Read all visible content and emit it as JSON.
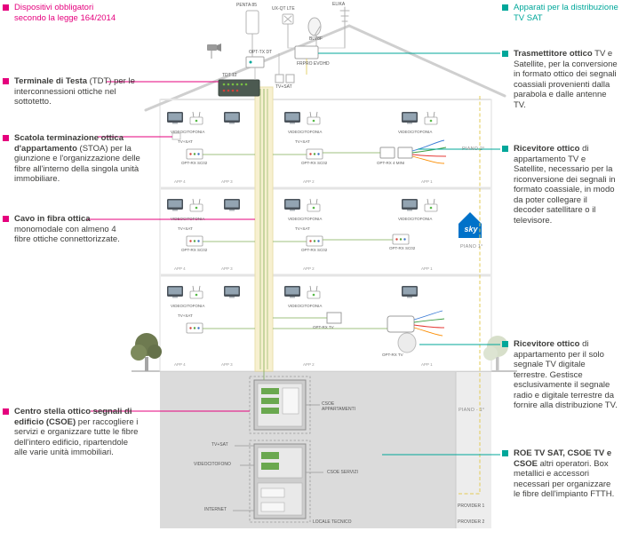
{
  "palette": {
    "magenta": "#e5007d",
    "teal": "#00a79a",
    "sky_blue": "#0072c9",
    "riser_yellow": "#f7f0d0",
    "basement_gray": "#dbdbdb"
  },
  "legend": {
    "left_title": "Dispositivi obbligatori secondo la legge 164/2014",
    "right_title": "Apparati per la distribuzione TV SAT"
  },
  "left_annotations": [
    {
      "bold": "Terminale di Testa",
      "text": " (TDT) per le interconnessioni ottiche nel sottotetto."
    },
    {
      "bold": "Scatola terminazione ottica d'appartamento",
      "text": " (STOA) per la giunzione e l'organizzazione delle fibre all'interno della singola unità immobiliare."
    },
    {
      "bold": "Cavo in fibra ottica",
      "text": " monomodale con almeno 4 fibre ottiche connettorizzate."
    },
    {
      "bold": "Centro stella ottico segnali di edificio (CSOE)",
      "text": " per raccogliere i servizi e organizzare tutte le fibre dell'intero edificio, ripartendole alle varie unità immobiliari."
    }
  ],
  "right_annotations": [
    {
      "bold": "Trasmettitore ottico",
      "text": " TV e Satellite, per la conversione in formato ottico dei segnali coassiali provenienti dalla parabola e dalle antenne TV."
    },
    {
      "bold": "Ricevitore ottico",
      "text": " di appartamento TV e Satellite, necessario per la riconversione dei segnali in formato coassiale, in modo da poter collegare il decoder satellitare o il televisore."
    },
    {
      "bold": "Ricevitore ottico",
      "text": " di appartamento per il solo segnale TV digitale terrestre. Gestisce esclusivamente il segnale radio e digitale terrestre da fornire alla distribuzione TV."
    },
    {
      "bold": "ROE TV SAT, CSOE TV e CSOE",
      "text": " altri operatori. Box metallici e accessori necessari per organizzare le fibre dell'impianto FTTH."
    }
  ],
  "roof": {
    "penta": "PENTA 85",
    "uxqt": "UX-QT LTE",
    "elika": "ELIKA",
    "blv8f": "BLV8F",
    "opttx": "OPT-TX DT",
    "tdt12": "TDT 12",
    "tvsat": "TV+SAT",
    "frpro": "FRPRO EVOHD"
  },
  "floors": {
    "piano2": "PIANO 2°",
    "piano1": "PIANO 1°",
    "piano_m1": "PIANO - 1°",
    "videocitofonia": "VIDEOCITOFONIA",
    "tvsat": "TV+SAT",
    "optrx_sc02": "OPT-RX SC02",
    "optrx_4mini": "OPT-RX 4 MINI",
    "optrx_tv": "OPT-RX TV",
    "app4": "APP 4",
    "app3": "APP 3",
    "app2": "APP 2",
    "app1": "APP 1",
    "sky": "sky"
  },
  "basement": {
    "csoe_app": "CSOE APPARTAMENTI",
    "csoe_servizi": "CSOE SERVIZI",
    "locale_tecnico": "LOCALE TECNICO",
    "tvsat": "TV+SAT",
    "videocitofono": "VIDEOCITOFONO",
    "internet": "INTERNET",
    "provider1": "PROVIDER 1",
    "provider2": "PROVIDER 2"
  }
}
